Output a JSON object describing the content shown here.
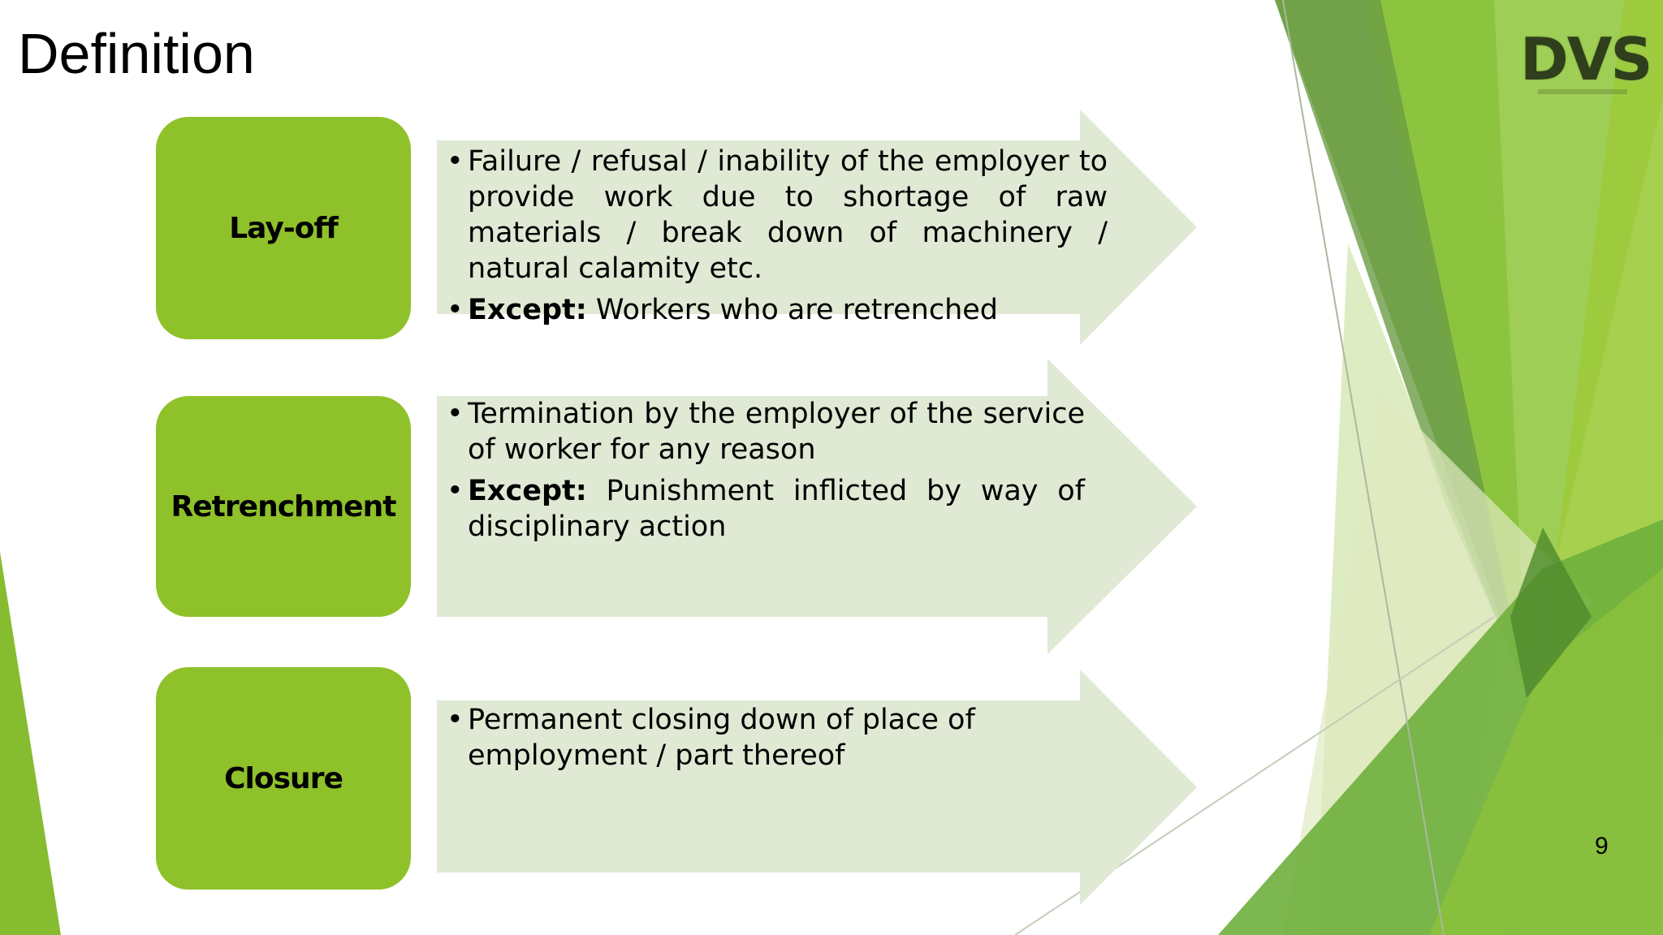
{
  "slide": {
    "title": "Definition",
    "logo_text": "DVS",
    "page_number": "9"
  },
  "rows": [
    {
      "term": "Lay-off",
      "bullets": [
        {
          "bold": "",
          "text": "Failure / refusal / inability of the employer to provide work due to shortage of raw materials / break down of machinery / natural calamity etc."
        },
        {
          "bold": "Except:",
          "text": " Workers who are retrenched"
        }
      ]
    },
    {
      "term": "Retrenchment",
      "bullets": [
        {
          "bold": "",
          "text": "Termination by the employer of the service of worker for any reason"
        },
        {
          "bold": "Except:",
          "text": " Punishment inflicted by way of disciplinary action"
        }
      ]
    },
    {
      "term": "Closure",
      "bullets": [
        {
          "bold": "",
          "text": "Permanent closing down of place of employment / part thereof"
        }
      ]
    }
  ],
  "colors": {
    "term_box": "#8fc12a",
    "arrow_fill": "#dfe9d4",
    "accent_dark": "#5f8f35",
    "accent_light": "#9ccb3b"
  }
}
